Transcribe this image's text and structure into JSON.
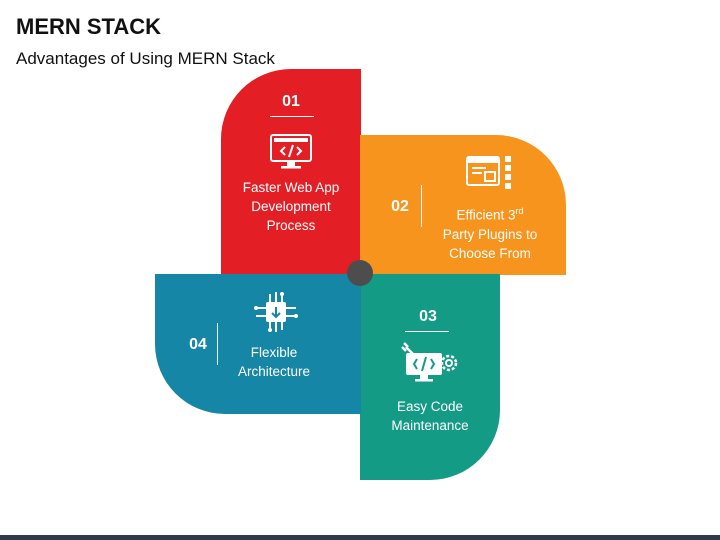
{
  "header": {
    "title": "MERN STACK",
    "subtitle": "Advantages of Using MERN Stack"
  },
  "items": [
    {
      "number": "01",
      "lines": [
        "Faster Web App",
        "Development",
        "Process"
      ],
      "color": "#e31e24",
      "icon": "monitor-code-icon"
    },
    {
      "number": "02",
      "line1_prefix": "Efficient 3",
      "line1_sup": "rd",
      "lines": [
        "Party Plugins to",
        "Choose From"
      ],
      "color": "#f7941d",
      "icon": "plugins-window-icon"
    },
    {
      "number": "03",
      "lines": [
        "Easy Code",
        "Maintenance"
      ],
      "color": "#139b86",
      "icon": "code-maintenance-icon"
    },
    {
      "number": "04",
      "lines": [
        "Flexible",
        "Architecture"
      ],
      "color": "#1586a5",
      "icon": "chip-architecture-icon"
    }
  ],
  "colors": {
    "hub": "#4d4d4d",
    "bottom_bar": "#2f3b47"
  }
}
